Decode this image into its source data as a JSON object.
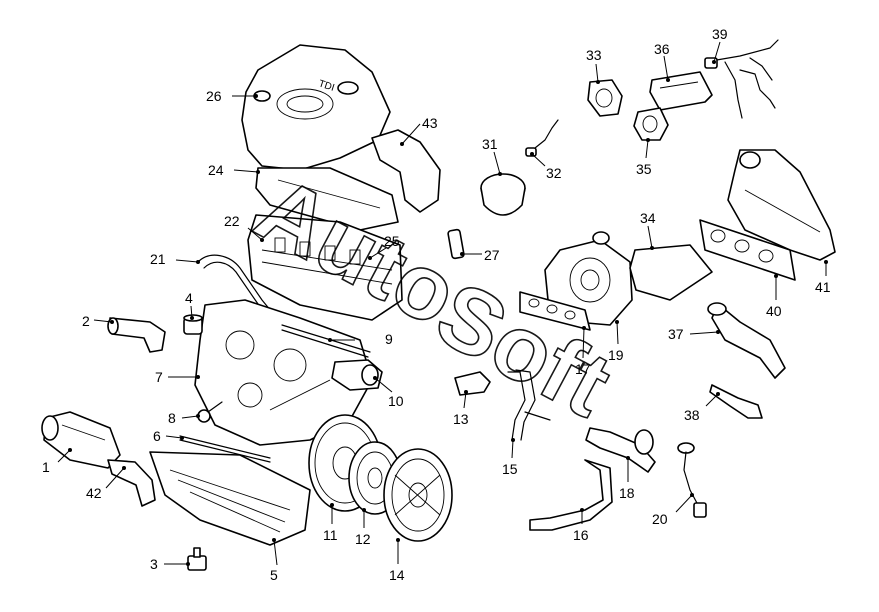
{
  "watermark": {
    "line1": "Auto",
    "line2": "Soft"
  },
  "engine_cover": {
    "badge_text": "TDI"
  },
  "callouts": [
    {
      "id": "1",
      "label": "1"
    },
    {
      "id": "2",
      "label": "2"
    },
    {
      "id": "3",
      "label": "3"
    },
    {
      "id": "4",
      "label": "4"
    },
    {
      "id": "5",
      "label": "5"
    },
    {
      "id": "6",
      "label": "6"
    },
    {
      "id": "7",
      "label": "7"
    },
    {
      "id": "8",
      "label": "8"
    },
    {
      "id": "9",
      "label": "9"
    },
    {
      "id": "10",
      "label": "10"
    },
    {
      "id": "11",
      "label": "11"
    },
    {
      "id": "12",
      "label": "12"
    },
    {
      "id": "13",
      "label": "13"
    },
    {
      "id": "14",
      "label": "14"
    },
    {
      "id": "15",
      "label": "15"
    },
    {
      "id": "16",
      "label": "16"
    },
    {
      "id": "17",
      "label": "17"
    },
    {
      "id": "18",
      "label": "18"
    },
    {
      "id": "19",
      "label": "19"
    },
    {
      "id": "20",
      "label": "20"
    },
    {
      "id": "21",
      "label": "21"
    },
    {
      "id": "22",
      "label": "22"
    },
    {
      "id": "24",
      "label": "24"
    },
    {
      "id": "25",
      "label": "25"
    },
    {
      "id": "26",
      "label": "26"
    },
    {
      "id": "27",
      "label": "27"
    },
    {
      "id": "31",
      "label": "31"
    },
    {
      "id": "32",
      "label": "32"
    },
    {
      "id": "33",
      "label": "33"
    },
    {
      "id": "34",
      "label": "34"
    },
    {
      "id": "35",
      "label": "35"
    },
    {
      "id": "36",
      "label": "36"
    },
    {
      "id": "37",
      "label": "37"
    },
    {
      "id": "38",
      "label": "38"
    },
    {
      "id": "39",
      "label": "39"
    },
    {
      "id": "40",
      "label": "40"
    },
    {
      "id": "41",
      "label": "41"
    },
    {
      "id": "42",
      "label": "42"
    },
    {
      "id": "43",
      "label": "43"
    }
  ]
}
